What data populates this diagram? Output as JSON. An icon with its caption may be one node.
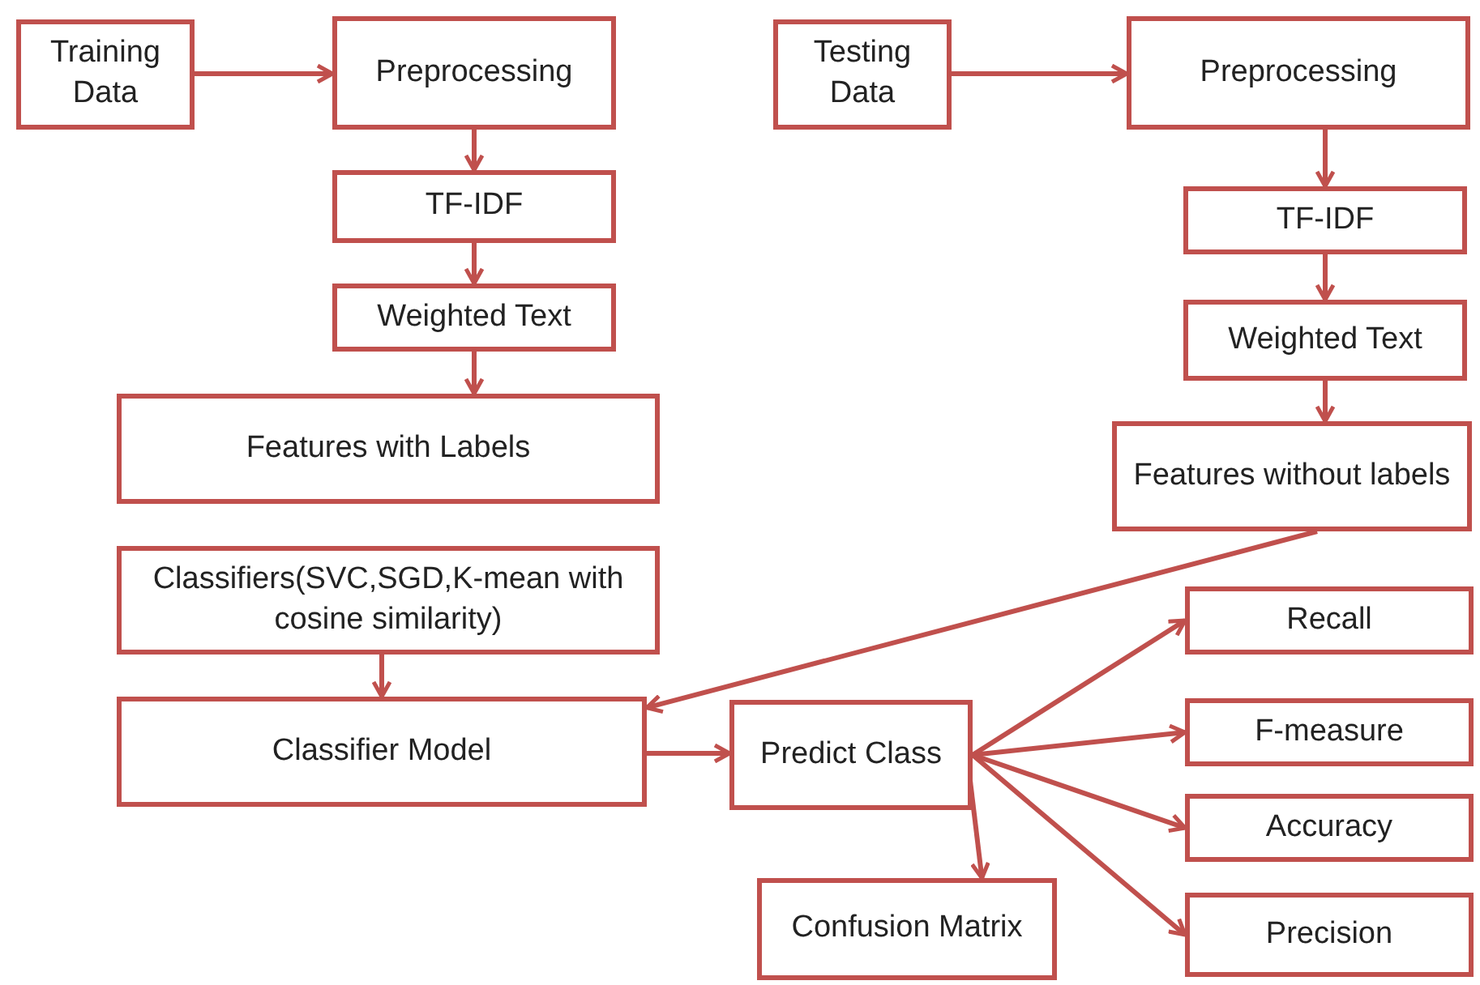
{
  "diagram": {
    "nodes": [
      {
        "text": [
          "Training Data"
        ]
      },
      {
        "text": [
          "Preprocessing"
        ]
      },
      {
        "text": [
          "TF-IDF"
        ]
      },
      {
        "text": [
          "Weighted Text"
        ]
      },
      {
        "text": [
          "Features with Labels"
        ]
      },
      {
        "text": [
          "Testing Data"
        ]
      },
      {
        "text": [
          "Preprocessing"
        ]
      },
      {
        "text": [
          "TF-IDF"
        ]
      },
      {
        "text": [
          "Weighted Text"
        ]
      },
      {
        "text": [
          "Features without labels"
        ]
      },
      {
        "text": [
          "Classifiers(SVC,SGD,K-mean with cosine similarity)"
        ]
      },
      {
        "text": [
          "Classifier Model"
        ]
      },
      {
        "text": [
          "Predict Class"
        ]
      },
      {
        "text": [
          "Recall"
        ]
      },
      {
        "text": [
          "F-measure"
        ]
      },
      {
        "text": [
          "Accuracy"
        ]
      },
      {
        "text": [
          "Precision"
        ]
      },
      {
        "text": [
          "Confusion Matrix"
        ]
      }
    ],
    "edges": [
      {
        "from": 0,
        "to": 1,
        "arrow": "to"
      },
      {
        "from": 1,
        "to": 2,
        "arrow": "to"
      },
      {
        "from": 2,
        "to": 3,
        "arrow": "to"
      },
      {
        "from": 3,
        "to": 4,
        "arrow": "to"
      },
      {
        "from": 5,
        "to": 6,
        "arrow": "to"
      },
      {
        "from": 6,
        "to": 7,
        "arrow": "to"
      },
      {
        "from": 7,
        "to": 8,
        "arrow": "to"
      },
      {
        "from": 8,
        "to": 9,
        "arrow": "to"
      },
      {
        "from": 9,
        "to": 11,
        "arrow": "to"
      },
      {
        "from": 10,
        "to": 11,
        "arrow": "to"
      },
      {
        "from": 11,
        "to": 12,
        "arrow": "to"
      },
      {
        "from": 12,
        "to": 13,
        "arrow": "to"
      },
      {
        "from": 12,
        "to": 14,
        "arrow": "to"
      },
      {
        "from": 12,
        "to": 15,
        "arrow": "to"
      },
      {
        "from": 12,
        "to": 16,
        "arrow": "to"
      },
      {
        "from": 12,
        "to": 17,
        "arrow": "to"
      }
    ]
  }
}
